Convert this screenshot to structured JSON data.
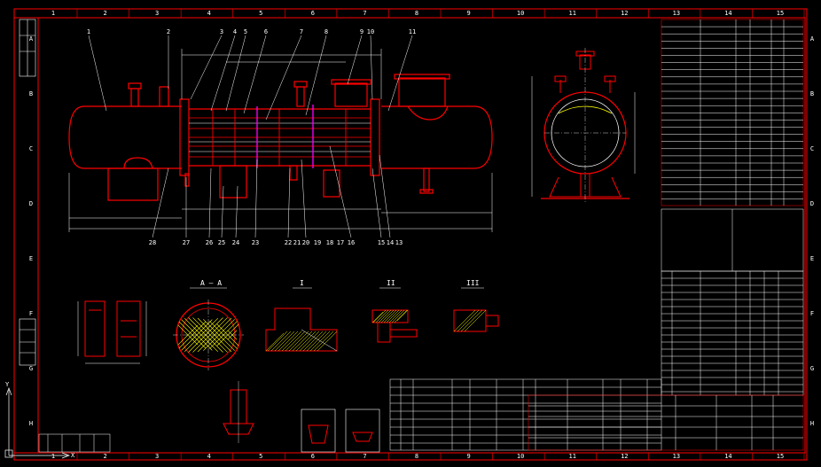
{
  "drawing": {
    "top_grid_numbers": [
      "1",
      "2",
      "3",
      "4",
      "5",
      "6",
      "7",
      "8",
      "9",
      "10",
      "11",
      "12",
      "13",
      "14",
      "15"
    ],
    "bottom_grid_numbers": [
      "1",
      "2",
      "3",
      "4",
      "5",
      "6",
      "7",
      "8",
      "9",
      "10",
      "11",
      "12",
      "13",
      "14",
      "15"
    ],
    "side_grid_letters": [
      "A",
      "B",
      "C",
      "D",
      "E",
      "F",
      "G",
      "H"
    ],
    "section_AA_label": "A — A",
    "section_I_label": "I",
    "section_II_label": "II",
    "section_III_label": "III",
    "axis_y_label": "Y",
    "axis_x_label": "X",
    "callouts_top": [
      "1",
      "2",
      "3",
      "4",
      "5",
      "6",
      "7",
      "8",
      "9",
      "10",
      "11"
    ],
    "callouts_bottom": [
      "28",
      "27",
      "26",
      "25",
      "24",
      "23",
      "22",
      "21",
      "20",
      "19",
      "18",
      "17",
      "16",
      "15",
      "14",
      "13"
    ]
  },
  "colors": {
    "background": "#000000",
    "frame": "#ff0000",
    "outline": "#ffff00",
    "text": "#ffffff",
    "dimension": "#00ff00",
    "accent": "#ff00ff",
    "hatch": "#ffff00"
  }
}
